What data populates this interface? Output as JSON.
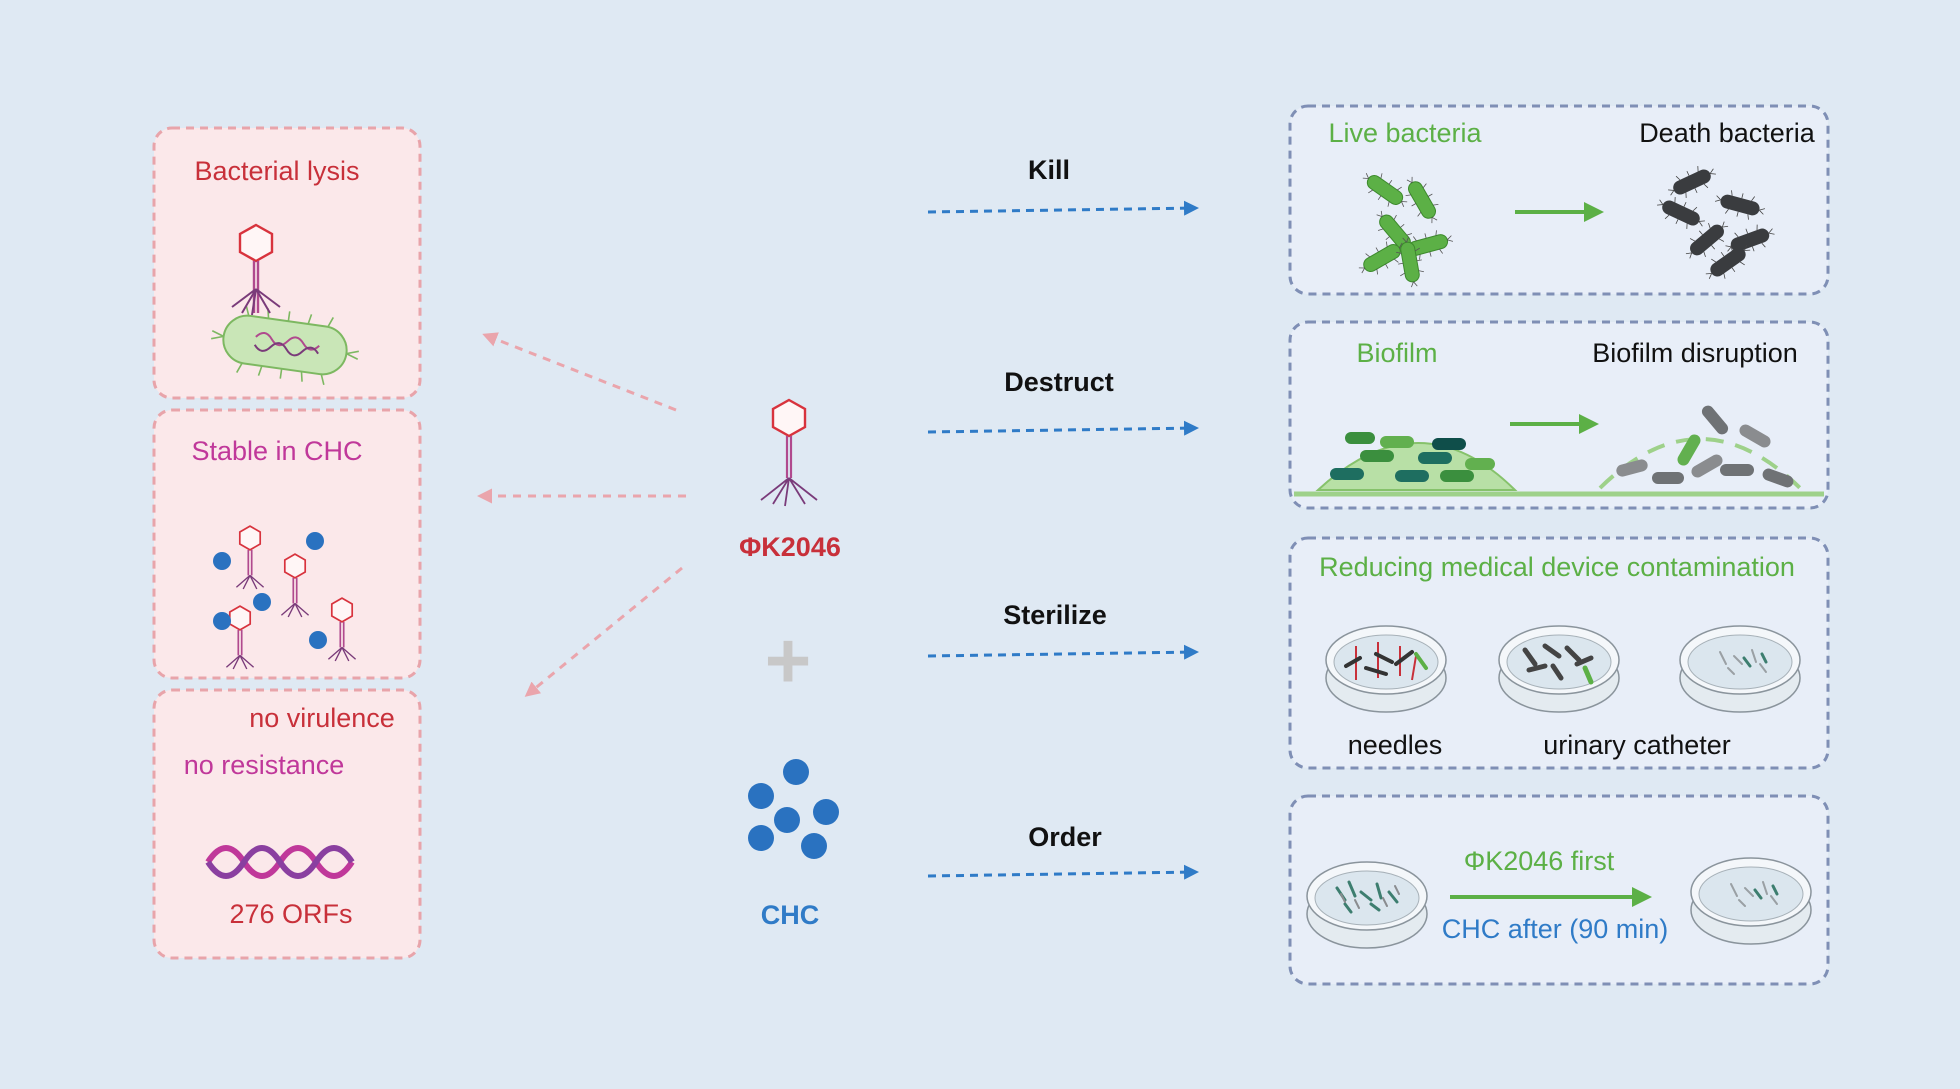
{
  "colors": {
    "background": "#dfe9f3",
    "red_text": "#c8303a",
    "magenta_text": "#c0389a",
    "green_text": "#5cb046",
    "blue_text": "#2f7bc7",
    "blue_dot": "#2a72c0",
    "pink_box_fill": "#fbe8ea",
    "pink_box_border": "#e8a4aa",
    "blue_box_fill": "#e8eef8",
    "blue_box_border": "#7f8fb5",
    "green_bacteria": "#5cb046",
    "dark_bacteria": "#3a3c3f",
    "gray_bacteria": "#8a8c8f"
  },
  "left_panel": {
    "lysis": {
      "title": "Bacterial lysis"
    },
    "stable": {
      "title": "Stable in CHC"
    },
    "safety": {
      "line1": "no virulence",
      "line2": "no resistance",
      "orfs": "276 ORFs"
    }
  },
  "center": {
    "phage_label": "ΦK2046",
    "plus": "+",
    "chc_label": "CHC"
  },
  "actions": {
    "kill": "Kill",
    "destruct": "Destruct",
    "sterilize": "Sterilize",
    "order": "Order"
  },
  "right_panel": {
    "kill_box": {
      "left": "Live bacteria",
      "right": "Death bacteria"
    },
    "biofilm_box": {
      "left": "Biofilm",
      "right": "Biofilm disruption"
    },
    "device_box": {
      "title": "Reducing medical device contamination",
      "needles": "needles",
      "catheter": "urinary catheter"
    },
    "order_box": {
      "first": "ΦK2046 first",
      "after": "CHC after (90 min)"
    }
  },
  "icons": [
    "bacteriophage-icon",
    "bacterium-icon",
    "dna-helix-icon",
    "petri-dish-icon",
    "chc-molecule-icon",
    "arrow-icon"
  ]
}
